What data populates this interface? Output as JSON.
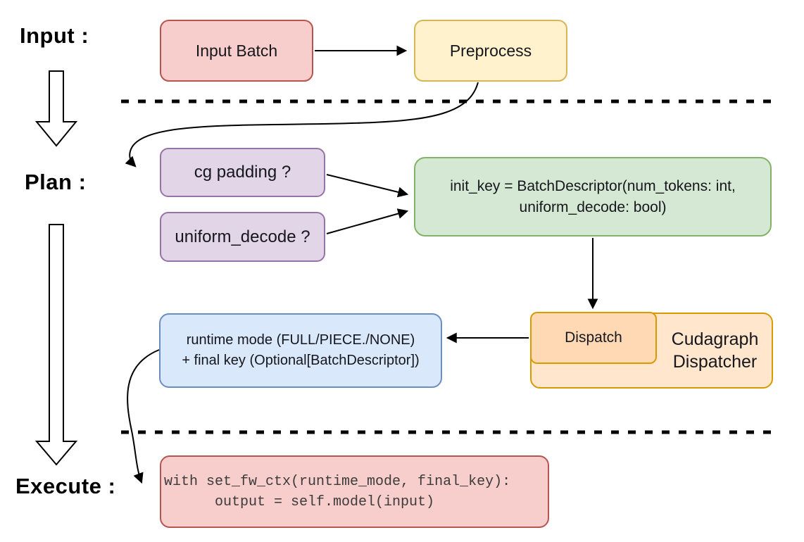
{
  "stages": {
    "input": "Input :",
    "plan": "Plan :",
    "execute": "Execute :"
  },
  "nodes": {
    "input_batch": {
      "label": "Input Batch",
      "fill": "#f8cecc",
      "border": "#b85450"
    },
    "preprocess": {
      "label": "Preprocess",
      "fill": "#fff2cc",
      "border": "#d6b656"
    },
    "cg_padding": {
      "label": "cg padding ?",
      "fill": "#e1d5e7",
      "border": "#9673a6"
    },
    "uniform_decode": {
      "label": "uniform_decode ?",
      "fill": "#e1d5e7",
      "border": "#9673a6"
    },
    "init_key": {
      "line1": "init_key = BatchDescriptor(num_tokens: int,",
      "line2": "uniform_decode: bool)",
      "fill": "#d5e8d4",
      "border": "#82b366"
    },
    "dispatch": {
      "label": "Dispatch",
      "fill": "#ffd9b3",
      "border": "#d79b00"
    },
    "cudagraph_dispatcher": {
      "line1": "Cudagraph",
      "line2": "Dispatcher",
      "fill": "#ffe6cc",
      "border": "#d79b00"
    },
    "runtime_mode_key": {
      "line1": "runtime mode (FULL/PIECE./NONE)",
      "line2": "+ final key (Optional[BatchDescriptor])",
      "fill": "#dae8fc",
      "border": "#6c8ebf"
    },
    "execute_code": {
      "line1": "with set_fw_ctx(runtime_mode, final_key):",
      "line2": "      output = self.model(input)",
      "fill": "#f8cecc",
      "border": "#b85450"
    }
  },
  "edges": [
    {
      "from": "input_batch",
      "to": "preprocess"
    },
    {
      "from": "preprocess",
      "to": "cg_padding"
    },
    {
      "from": "cg_padding",
      "to": "init_key"
    },
    {
      "from": "uniform_decode",
      "to": "init_key"
    },
    {
      "from": "init_key",
      "to": "dispatch"
    },
    {
      "from": "dispatch",
      "to": "runtime_mode_key"
    },
    {
      "from": "runtime_mode_key",
      "to": "execute_code"
    }
  ]
}
